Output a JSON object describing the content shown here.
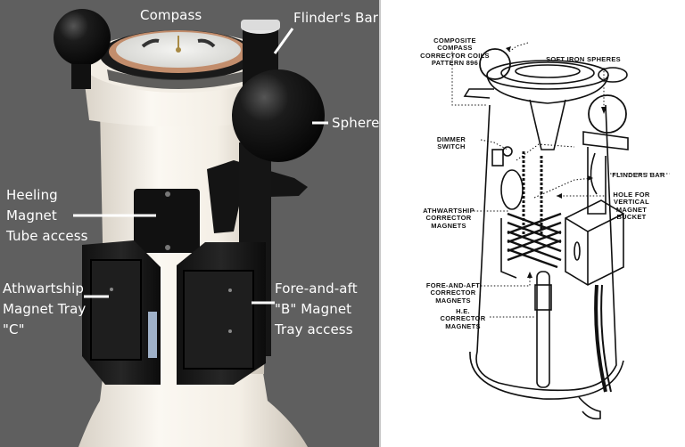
{
  "photo": {
    "background_color": "#5f5f5f",
    "label_color": "#ffffff",
    "labels": {
      "compass": "Compass",
      "flinders_bar": "Flinder's Bar",
      "sphere": "Sphere",
      "heeling_magnet": "Heeling\nMagnet\nTube access",
      "athwartship_tray": "Athwartship\nMagnet Tray\n\"C\"",
      "fore_and_aft_tray": "Fore-and-aft\n\"B\" Magnet\nTray access"
    }
  },
  "drawing": {
    "background_color": "#ffffff",
    "labels": {
      "corrector_coils": "COMPOSITE COMPASS\nCORRECTOR COILS\nPATTERN 896",
      "soft_iron_spheres": "SOFT IRON SPHERES",
      "dimmer_switch": "DIMMER SWITCH",
      "flinders_bar": "FLINDERS BAR",
      "vertical_bucket_hole": "HOLE FOR\nVERTICAL\nMAGNET\nBUCKET",
      "athwartship_magnets": "ATHWARTSHIP\nCORRECTOR\nMAGNETS",
      "fore_aft_magnets": "FORE-AND-AFT\nCORRECTOR\nMAGNETS",
      "he_magnets": "H.E.\nCORRECTOR\nMAGNETS"
    }
  }
}
